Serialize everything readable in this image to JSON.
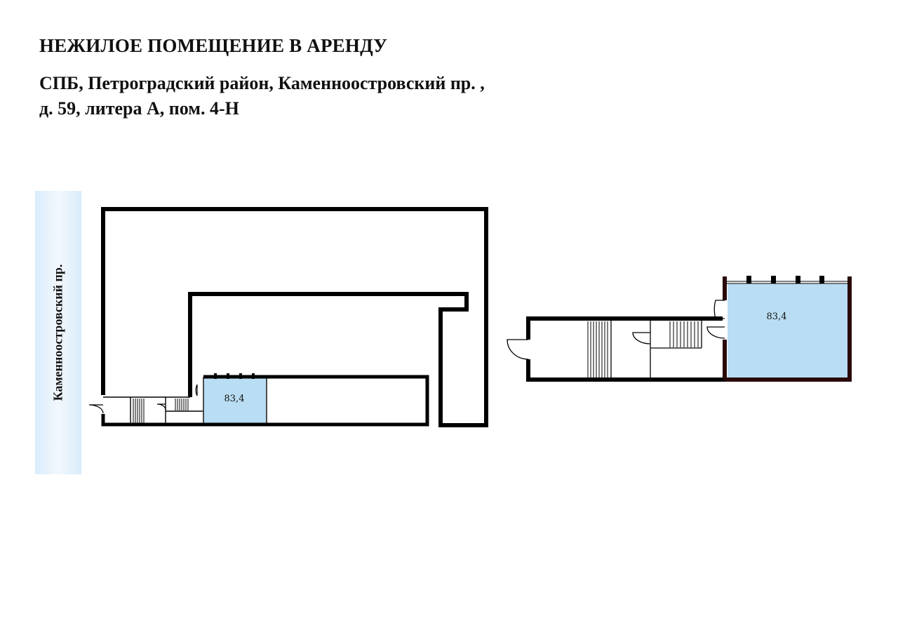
{
  "header": {
    "title": "НЕЖИЛОЕ ПОМЕЩЕНИЕ В АРЕНДУ",
    "address_line_1": "СПБ, Петроградский район, Каменноостровский пр. ,",
    "address_line_2": "д. 59, литера А, пом. 4-Н"
  },
  "street": {
    "label": "Каменноостровский пр."
  },
  "plans": {
    "overview": {
      "premises_area": "83,4"
    },
    "detail": {
      "premises_area": "83,4"
    }
  },
  "colors": {
    "premises_fill": "#b9ddf3",
    "street_band": "#d9ecfb",
    "walls": "#000000",
    "detail_side_walls": "#2a0a0a"
  }
}
